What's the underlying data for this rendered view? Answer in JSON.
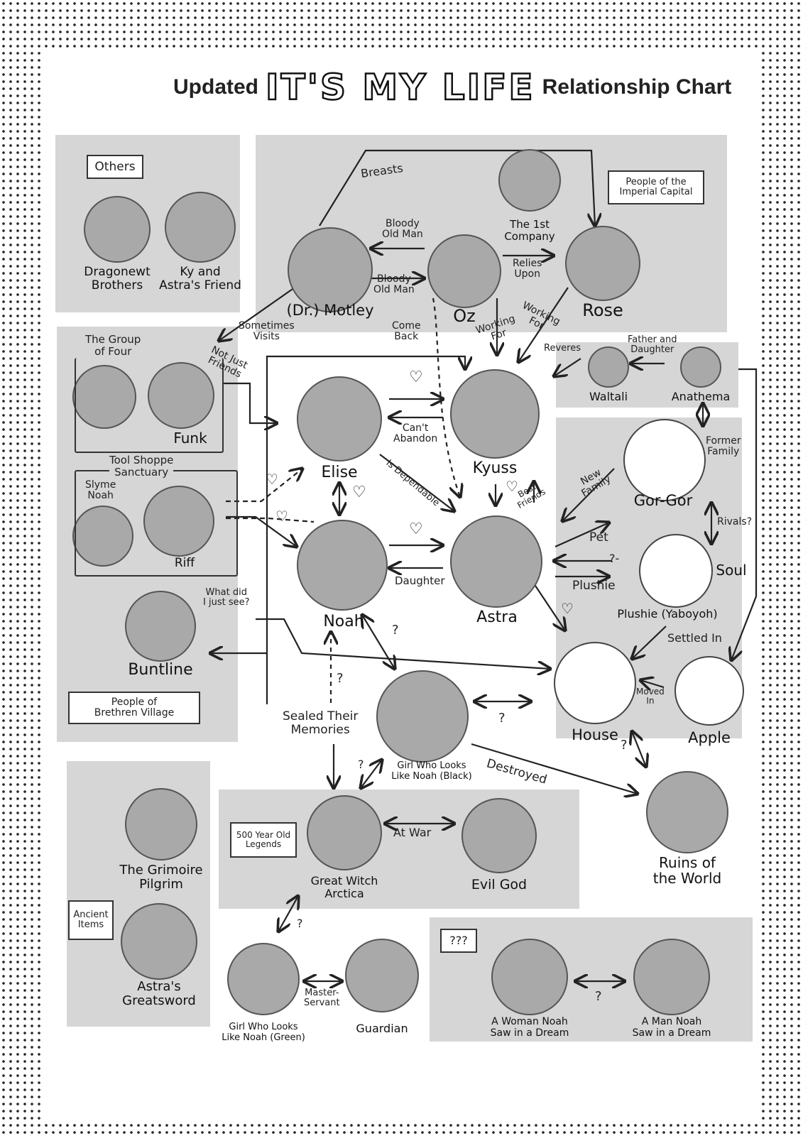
{
  "title": {
    "prefix": "Updated",
    "main": "IT'S MY LIFE",
    "suffix": "Relationship Chart"
  },
  "groups": {
    "others": "Others",
    "imperial": "People of the\nImperial Capital",
    "group_of_four": "The Group\nof Four",
    "tool_shoppe": "Tool Shoppe\nSanctuary",
    "brethren": "People of\nBrethren Village",
    "legends": "500 Year Old\nLegends",
    "ancient": "Ancient\nItems",
    "unknown": "???"
  },
  "nodes": {
    "dragonewt": "Dragonewt\nBrothers",
    "ky": "Ky and\nAstra's Friend",
    "motley": "(Dr.) Motley",
    "oz": "Oz",
    "first_company": "The 1st\nCompany",
    "rose": "Rose",
    "funk": "Funk",
    "slyme_noah": "Slyme\nNoah",
    "riff": "Riff",
    "buntline": "Buntline",
    "elise": "Elise",
    "kyuss": "Kyuss",
    "noah": "Noah",
    "astra": "Astra",
    "waltali": "Waltali",
    "anathema": "Anathema",
    "gorgor": "Gor-Gor",
    "soul": "Soul",
    "soul_sub": "Plushie (Yaboyoh)",
    "house": "House",
    "apple": "Apple",
    "girl_black": "Girl Who Looks\nLike Noah (Black)",
    "ruins": "Ruins of\nthe World",
    "arctica": "Great Witch\nArctica",
    "evil_god": "Evil God",
    "grimoire": "The Grimoire\nPilgrim",
    "greatsword": "Astra's\nGreatsword",
    "girl_green": "Girl Who Looks\nLike Noah (Green)",
    "guardian": "Guardian",
    "woman_dream": "A Woman Noah\nSaw in a Dream",
    "man_dream": "A Man Noah\nSaw in a Dream"
  },
  "edges": {
    "breasts": "Breasts",
    "bloody1": "Bloody\nOld Man",
    "bloody2": "Bloody\nOld Man",
    "relies": "Relies\nUpon",
    "sometimes": "Sometimes\nVisits",
    "come_back": "Come\nBack",
    "working1": "Working\nFor",
    "working2": "Working\nFor",
    "reveres": "Reveres",
    "father": "Father and\nDaughter",
    "not_just": "Not Just\nFriends",
    "cant_abandon": "Can't\nAbandon",
    "dependable": "Is Dependable",
    "best_friends": "Best\nFriends",
    "former": "Former\nFamily",
    "new_family": "New\nFamily",
    "rivals": "Rivals?",
    "pet": "Pet",
    "plushie": "Plushie",
    "daughter": "Daughter",
    "what_did": "What did\nI just see?",
    "settled": "Settled In",
    "moved": "Moved\nIn",
    "sealed": "Sealed Their\nMemories",
    "destroyed": "Destroyed",
    "at_war": "At War",
    "master": "Master-\nServant",
    "heart": "♡",
    "q": "?",
    "qdash": "?-"
  },
  "colors": {
    "panel": "#d6d6d6",
    "circle": "#a9a9a9",
    "ink": "#222222"
  }
}
